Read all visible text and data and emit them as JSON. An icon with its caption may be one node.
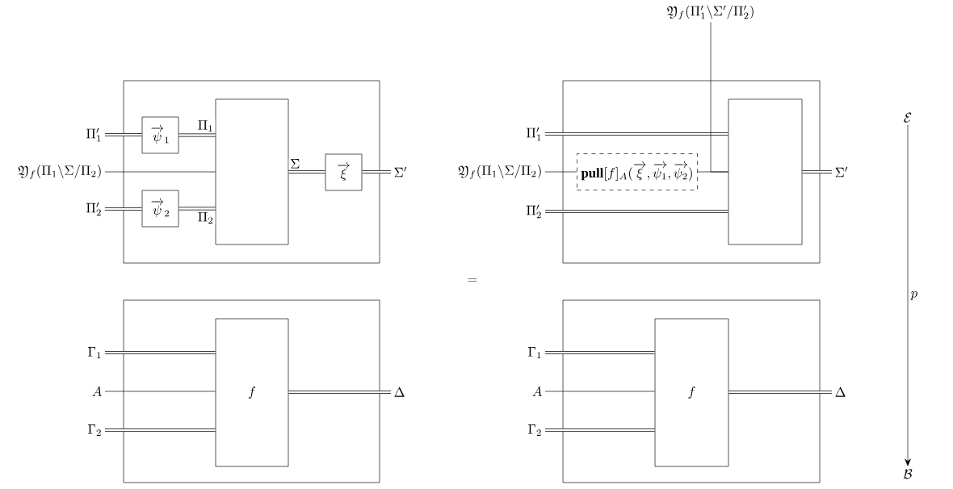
{
  "diagram": {
    "nodes": [
      {
        "text": [],
        "shape": "box"
      },
      {
        "text": [
          "\\overrightarrow{\\psi}_1"
        ],
        "in": 0
      },
      {
        "text": [],
        "shape": "box",
        "in": 0
      },
      {
        "text": [
          "\\overrightarrow{\\psi}_2"
        ],
        "in": 0
      },
      {
        "text": [
          "\\overrightarrow{\\xi}"
        ],
        "in": 0
      },
      {
        "text": [
          "\\Pi'_1"
        ]
      },
      {
        "text": [
          "\\mathfrak{Y}_f(\\Pi_1\\backslash\\Sigma/\\Pi_2)"
        ]
      },
      {
        "text": [
          "\\Pi'_2"
        ]
      },
      {
        "text": [
          "\\Sigma'"
        ]
      },
      {
        "text": [],
        "shape": "box"
      },
      {
        "text": [],
        "shape": "box",
        "in": 9
      },
      {
        "text": [
          "\\mathbf{pull}[f]_A(\\overrightarrow{\\xi},\\overrightarrow{\\psi_1},\\overrightarrow{\\psi_2})"
        ],
        "in": 9
      },
      {
        "text": [
          "\\Pi'_1"
        ]
      },
      {
        "text": [
          "\\mathfrak{Y}_f(\\Pi_1\\backslash\\Sigma/\\Pi_2)"
        ]
      },
      {
        "text": [
          "\\Pi'_2"
        ]
      },
      {
        "text": [
          "\\Sigma'"
        ]
      },
      {
        "text": [
          "\\mathfrak{Y}_f(\\Pi'_1\\backslash\\Sigma'/\\Pi'_2)"
        ]
      },
      {
        "text": [],
        "shape": "box"
      },
      {
        "text": [
          "f"
        ],
        "in": 17
      },
      {
        "text": [
          "\\Gamma_1"
        ]
      },
      {
        "text": [
          "A"
        ]
      },
      {
        "text": [
          "\\Gamma_2"
        ]
      },
      {
        "text": [
          "\\Delta"
        ]
      },
      {
        "text": [],
        "shape": "box"
      },
      {
        "text": [
          "f"
        ],
        "in": 23
      },
      {
        "text": [
          "\\Gamma_1"
        ]
      },
      {
        "text": [
          "A"
        ]
      },
      {
        "text": [
          "\\Gamma_2"
        ]
      },
      {
        "text": [
          "\\Delta"
        ]
      },
      {
        "text": [
          "\\mathcal{E}"
        ]
      },
      {
        "text": [
          "\\mathcal{B}"
        ]
      }
    ],
    "edges": [
      {
        "from": 5,
        "to": 1,
        "arrow": "none"
      },
      {
        "from": 1,
        "to": 2,
        "arrow": "none",
        "label": "\\Pi_1"
      },
      {
        "from": 6,
        "to": 2,
        "arrow": "none"
      },
      {
        "from": 7,
        "to": 3,
        "arrow": "none"
      },
      {
        "from": 3,
        "to": 2,
        "arrow": "none",
        "label": "\\Pi_2"
      },
      {
        "from": 2,
        "to": 4,
        "arrow": "none",
        "label": "\\Sigma"
      },
      {
        "from": 4,
        "to": 8,
        "arrow": "none"
      },
      {
        "from": 12,
        "to": 10,
        "arrow": "none"
      },
      {
        "from": 13,
        "to": 11,
        "arrow": "none"
      },
      {
        "from": 11,
        "to": 10,
        "arrow": "none"
      },
      {
        "from": 14,
        "to": 10,
        "arrow": "none"
      },
      {
        "from": 10,
        "to": 15,
        "arrow": "none"
      },
      {
        "from": 16,
        "to": 10,
        "arrow": "none"
      },
      {
        "from": 19,
        "to": 18,
        "arrow": "none"
      },
      {
        "from": 20,
        "to": 18,
        "arrow": "none"
      },
      {
        "from": 21,
        "to": 18,
        "arrow": "none"
      },
      {
        "from": 18,
        "to": 22,
        "arrow": "none"
      },
      {
        "from": 25,
        "to": 24,
        "arrow": "none"
      },
      {
        "from": 26,
        "to": 24,
        "arrow": "none"
      },
      {
        "from": 27,
        "to": 24,
        "arrow": "none"
      },
      {
        "from": 24,
        "to": 28,
        "arrow": "none"
      },
      {
        "from": 29,
        "to": 30,
        "arrow": "to",
        "label": "p"
      }
    ],
    "labels": [
      "="
    ]
  }
}
